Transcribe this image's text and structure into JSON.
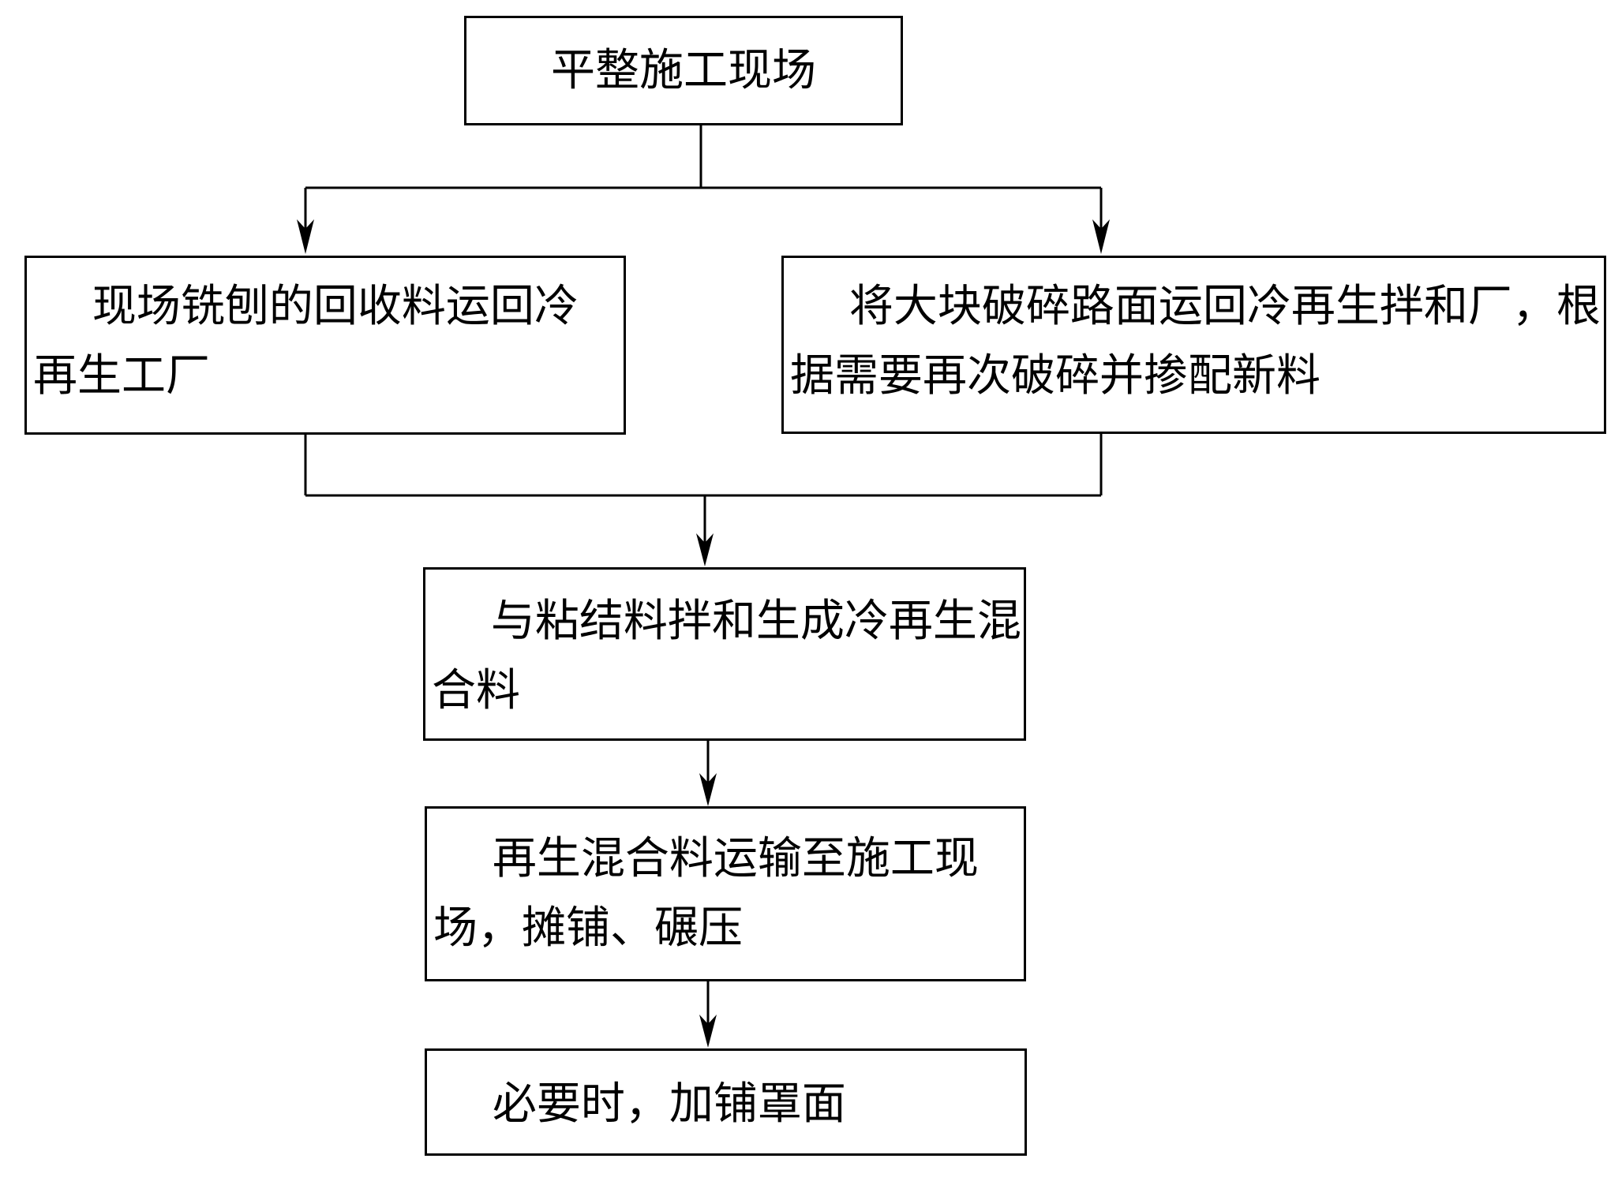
{
  "nodes": {
    "level_site": "平整施工现场",
    "milled_material": "现场铣刨的回收料运回冷再生工厂",
    "large_pavement": "将大块破碎路面运回冷再生拌和厂，根据需要再次破碎并掺配新料",
    "mix_binder": "与粘结料拌和生成冷再生混合料",
    "transport_pave": "再生混合料运输至施工现场，摊铺、碾压",
    "overlay": "必要时，加铺罩面"
  },
  "colors": {
    "line": "#000000",
    "background": "#ffffff"
  }
}
